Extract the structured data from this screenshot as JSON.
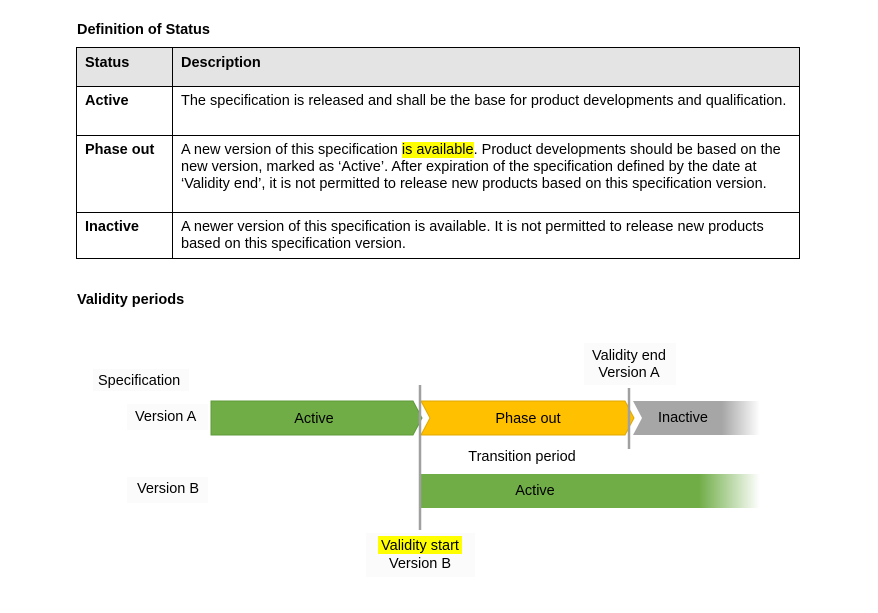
{
  "definition": {
    "heading": "Definition of Status",
    "header": {
      "status": "Status",
      "description": "Description"
    },
    "rows": [
      {
        "status": "Active",
        "description": "The specification is released and shall be the base for product developments and qualification."
      },
      {
        "status": "Phase out",
        "description_before": "A new version of this specification ",
        "description_highlight": "is available",
        "description_after": ". Product developments should be based on the new version, marked as ‘Active’. After expiration of the specification defined by the date at ‘Validity end’, it is not permitted to release new products based on this specification version."
      },
      {
        "status": "Inactive",
        "description": "A newer version of this specification is available. It is not permitted to release new products based on this specification version."
      }
    ]
  },
  "validity": {
    "heading": "Validity periods",
    "specification_label": "Specification",
    "version_a_label": "Version A",
    "version_b_label": "Version B",
    "a_active": "Active",
    "a_phase_out": "Phase out",
    "a_inactive": "Inactive",
    "b_active": "Active",
    "transition_period": "Transition period",
    "validity_end_line1": "Validity end",
    "validity_end_line2": "Version A",
    "validity_start_line1": "Validity start",
    "validity_start_line2": "Version B",
    "colors": {
      "active_green": "#70ad47",
      "phase_out_orange": "#ffc000",
      "inactive_gray": "#a6a6a6",
      "highlight_yellow": "#ffff00"
    }
  }
}
